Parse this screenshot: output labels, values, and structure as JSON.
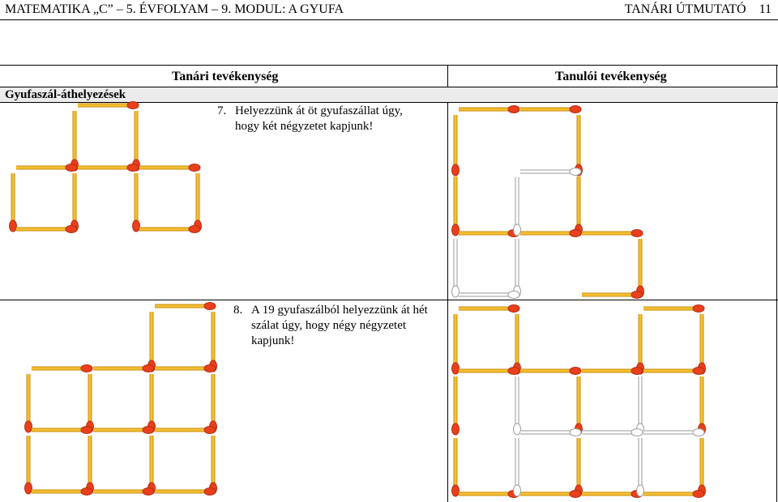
{
  "header": {
    "left": "MATEMATIKA „C” – 5. ÉVFOLYAM – 9. MODUL: A GYUFA",
    "right_label": "TANÁRI ÚTMUTATÓ",
    "page_number": "11"
  },
  "table": {
    "teacher_heading": "Tanári tevékenység",
    "student_heading": "Tanulói tevékenység",
    "section_title": "Gyufaszál-áthelyezések"
  },
  "tasks": [
    {
      "number": "7.",
      "lines": [
        "Helyezzünk át öt gyufaszállat úgy,",
        "hogy két négyzetet kapjunk!"
      ]
    },
    {
      "number": "8.",
      "lines": [
        "A 19 gyufaszálból helyezzünk át hét",
        "szálat úgy, hogy négy négyzetet",
        "kapjunk!"
      ]
    }
  ],
  "colors": {
    "match_stick": "#f5c030",
    "match_stick_edge": "#c98c12",
    "match_head": "#e8401c",
    "moved_stick": "#ffffff",
    "moved_stick_edge": "#9a9a9a",
    "section_band": "#ebebeb"
  }
}
